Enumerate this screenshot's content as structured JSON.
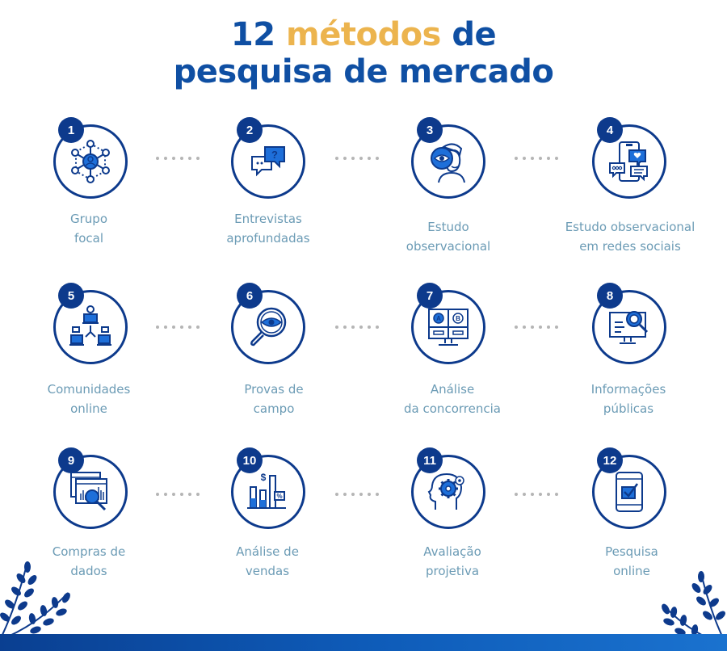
{
  "title": {
    "line1_number": "12",
    "line1_accent": "métodos",
    "line1_rest": "de",
    "line2": "pesquisa de mercado"
  },
  "colors": {
    "primary": "#0f4fa3",
    "accent": "#ecb44e",
    "circle_border": "#0d3a8c",
    "icon_fill": "#1e6fd9",
    "label": "#6b9bb5",
    "dots": "#b5b5b5"
  },
  "methods": [
    {
      "number": "1",
      "label_line1": "Grupo",
      "label_line2": "focal",
      "icon": "network-people-icon"
    },
    {
      "number": "2",
      "label_line1": "Entrevistas",
      "label_line2": "aprofundadas",
      "icon": "chat-bubbles-question-icon"
    },
    {
      "number": "3",
      "label_line1": "Estudo",
      "label_line2": "observacional",
      "icon": "person-eye-icon"
    },
    {
      "number": "4",
      "label_line1": "Estudo observacional",
      "label_line2": "em redes sociais",
      "icon": "smartphone-social-icon"
    },
    {
      "number": "5",
      "label_line1": "Comunidades",
      "label_line2": "online",
      "icon": "connected-users-icon"
    },
    {
      "number": "6",
      "label_line1": "Provas de",
      "label_line2": "campo",
      "icon": "magnifier-eye-icon"
    },
    {
      "number": "7",
      "label_line1": "Análise",
      "label_line2": "da concorrencia",
      "icon": "ab-monitor-icon"
    },
    {
      "number": "8",
      "label_line1": "Informações",
      "label_line2": "públicas",
      "icon": "monitor-search-icon"
    },
    {
      "number": "9",
      "label_line1": "Compras de",
      "label_line2": "dados",
      "icon": "data-chart-search-icon"
    },
    {
      "number": "10",
      "label_line1": "Análise de",
      "label_line2": "vendas",
      "icon": "sales-bar-chart-icon"
    },
    {
      "number": "11",
      "label_line1": "Avaliação",
      "label_line2": "projetiva",
      "icon": "head-gears-icon"
    },
    {
      "number": "12",
      "label_line1": "Pesquisa",
      "label_line2": "online",
      "icon": "mobile-checkbox-icon"
    }
  ]
}
